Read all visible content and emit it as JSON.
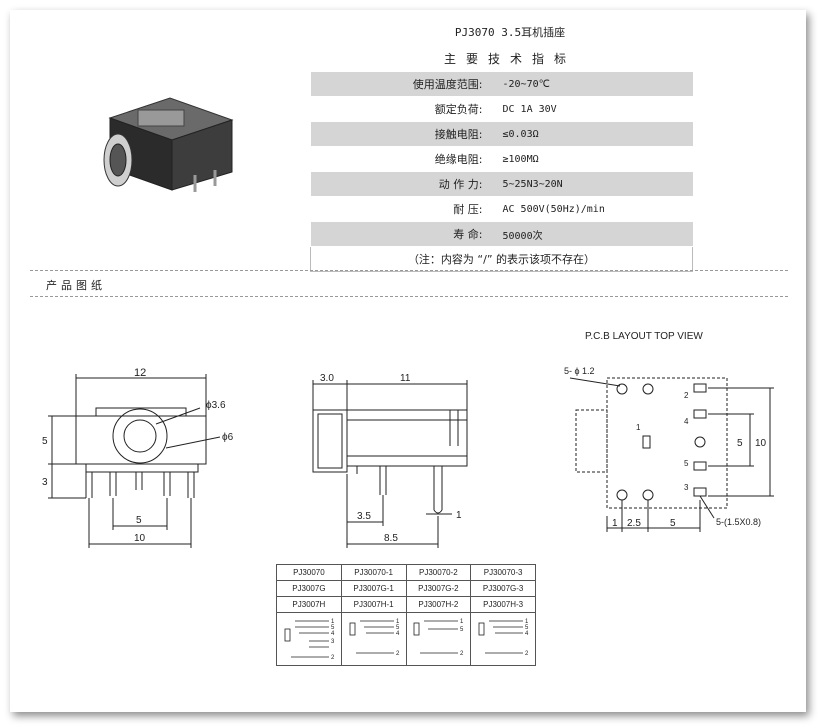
{
  "document": {
    "title": "PJ3070 3.5耳机插座",
    "subtitle": "主要技术指标",
    "specs": [
      {
        "label": "使用温度范围:",
        "value": "-20~70℃"
      },
      {
        "label": "额定负荷:",
        "value": "DC 1A 30V"
      },
      {
        "label": "接触电阻:",
        "value": "≤0.03Ω"
      },
      {
        "label": "绝缘电阻:",
        "value": "≥100MΩ"
      },
      {
        "label": "动 作 力:",
        "value": "5~25N3~20N"
      },
      {
        "label": "耐    压:",
        "value": "AC 500V(50Hz)/min"
      },
      {
        "label": "寿    命:",
        "value": "50000次"
      }
    ],
    "note": "（注：内容为 “/” 的表示该项不存在）",
    "section_label": "产品图纸"
  },
  "drawing": {
    "front": {
      "w": "12",
      "h1": "5",
      "h2": "3",
      "d1": "ϕ3.6",
      "d2": "ϕ6",
      "p1": "5",
      "p2": "10"
    },
    "side": {
      "a": "3.0",
      "b": "11",
      "c": "3.5",
      "d": "1",
      "e": "8.5"
    },
    "pcb": {
      "title": "P.C.B LAYOUT    TOP VIEW",
      "holes": "5- ϕ 1.2",
      "slots": "5-(1.5X0.8)",
      "h": "10",
      "m": "5",
      "x1": "1",
      "x2": "2.5",
      "x3": "5",
      "pins": [
        "2",
        "4",
        "5",
        "3",
        "1"
      ]
    }
  },
  "models": [
    [
      "PJ30070",
      "PJ30070-1",
      "PJ30070-2",
      "PJ30070-3"
    ],
    [
      "PJ3007G",
      "PJ3007G-1",
      "PJ3007G-2",
      "PJ3007G-3"
    ],
    [
      "PJ3007H",
      "PJ3007H-1",
      "PJ3007H-2",
      "PJ3007H-3"
    ]
  ],
  "schematic_pins": [
    "1",
    "5",
    "4",
    "3",
    "2"
  ]
}
